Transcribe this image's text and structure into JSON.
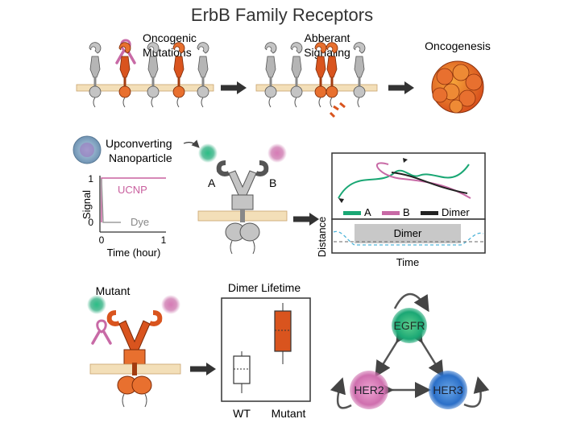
{
  "title": "ErbB Family Receptors",
  "top_row": {
    "mutations_line1": "Oncogenic",
    "mutations_line2": "Mutations",
    "signaling_line1": "Abberant",
    "signaling_line2": "Signaling",
    "outcome": "Oncogenesis"
  },
  "middle_row": {
    "ucnp_line1": "Upconverting",
    "ucnp_line2": "Nanoparticle",
    "label_a": "A",
    "label_b": "B",
    "signal_plot": {
      "ylabel": "Signal",
      "xlabel": "Time (hour)",
      "ytick_1": "1",
      "ytick_0": "0",
      "xtick_0": "0",
      "xtick_1": "1",
      "series_ucnp": "UCNP",
      "series_dye": "Dye"
    },
    "trajectory_legend": {
      "a": "A",
      "b": "B",
      "dimer": "Dimer"
    },
    "distance_plot": {
      "ylabel": "Distance",
      "xlabel": "Time",
      "band_label": "Dimer"
    }
  },
  "bottom_row": {
    "mutant_label": "Mutant",
    "lifetime_plot": {
      "title": "Dimer Lifetime",
      "cat_wt": "WT",
      "cat_mutant": "Mutant"
    },
    "network": {
      "egfr": "EGFR",
      "her2": "HER2",
      "her3": "HER3"
    }
  },
  "colors": {
    "orange": "#d9541e",
    "gray": "#9e9e9e",
    "green": "#1aa774",
    "pink": "#c86aa6",
    "membrane": "#f3dfb8",
    "ucnp_line": "#c9609f"
  }
}
